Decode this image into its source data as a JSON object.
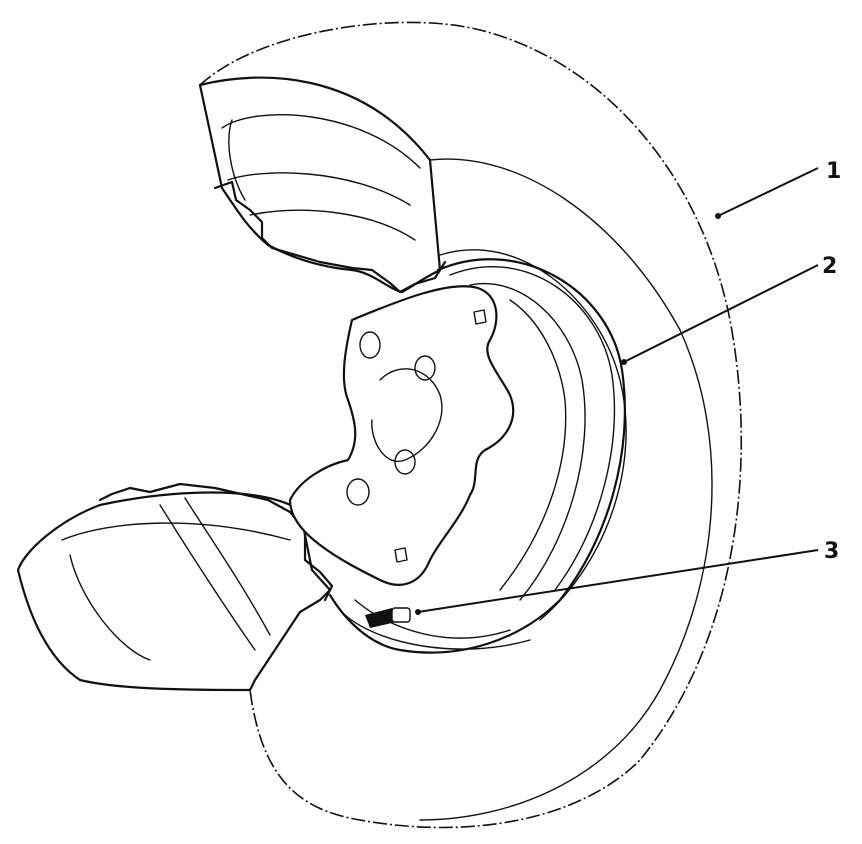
{
  "diagram": {
    "type": "exploded-technical-illustration",
    "subject": "wheel-and-tire-assembly-cutaway",
    "callouts": [
      {
        "id": "tire",
        "label": "1"
      },
      {
        "id": "rim",
        "label": "2"
      },
      {
        "id": "valve-stem",
        "label": "3"
      }
    ]
  }
}
